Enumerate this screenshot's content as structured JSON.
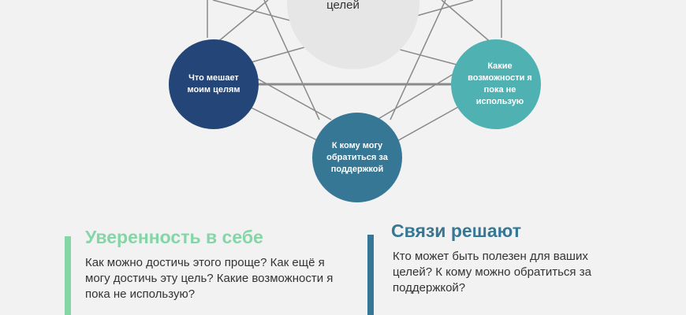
{
  "diagram": {
    "top_node": {
      "text": "целей",
      "color": "#e6e6e6"
    },
    "left_node": {
      "text": "Что мешает моим целям",
      "color": "#234578"
    },
    "right_node": {
      "text": "Какие возможности я пока не использую",
      "color": "#4fb1b1"
    },
    "bottom_node": {
      "text": "К кому могу обратиться за поддержкой",
      "color": "#357794"
    },
    "line_color": "#8a8a8a"
  },
  "sections": {
    "left": {
      "title": "Уверенность в себе",
      "title_color": "#84d6a6",
      "bar_color": "#84d6a6",
      "text": "Как можно достичь этого проще? Как ещё я могу достичь эту цель? Какие возможности я пока не использую?"
    },
    "right": {
      "title": "Связи решают",
      "title_color": "#357794",
      "bar_color": "#357794",
      "text": "Кто может быть полезен для ваших целей? К кому можно обратиться за поддержкой?"
    }
  }
}
